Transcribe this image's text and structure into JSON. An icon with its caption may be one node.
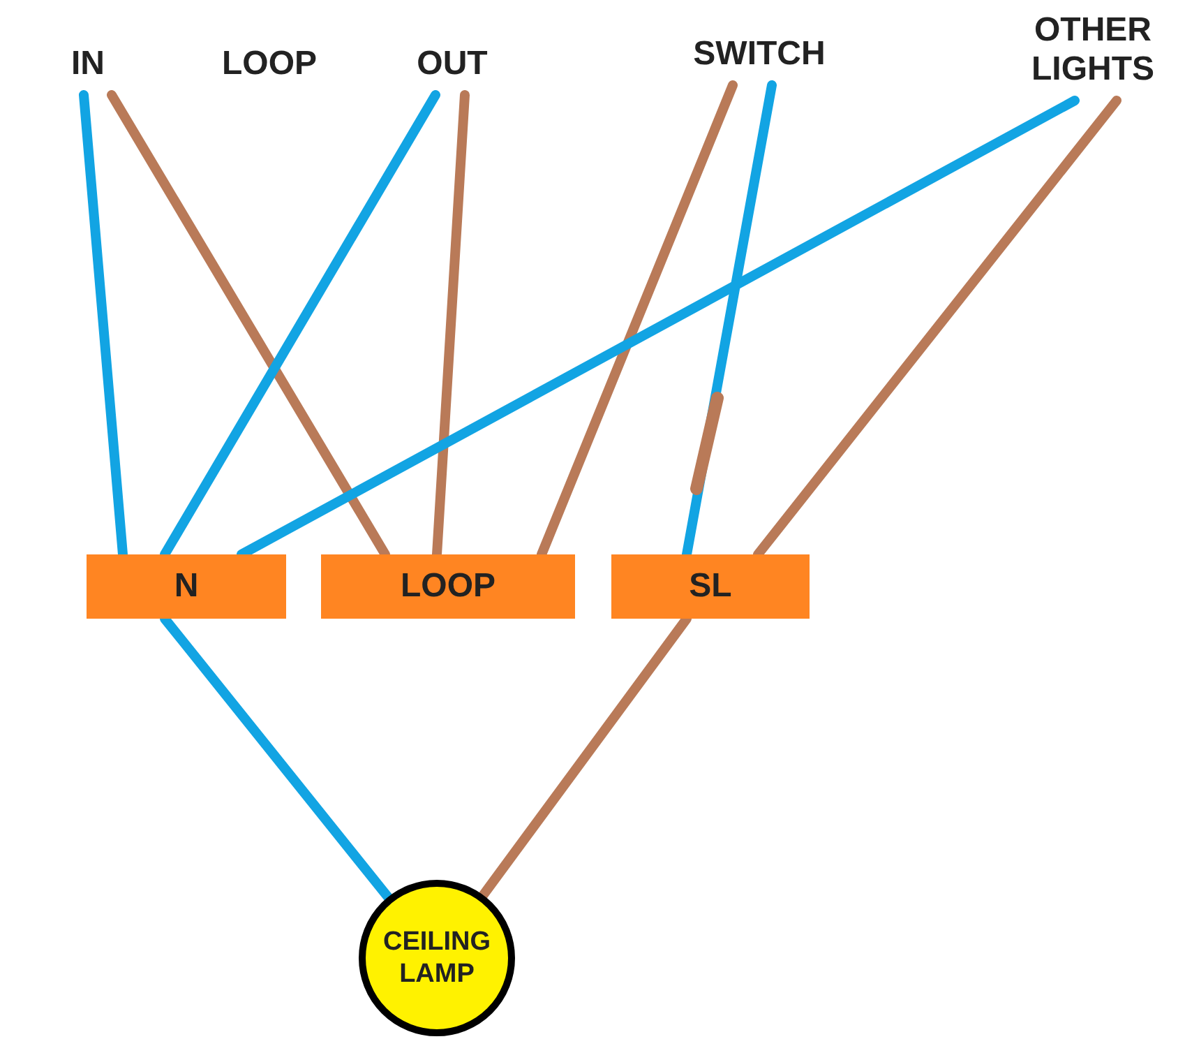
{
  "diagram": {
    "nodes": [
      {
        "text": [
          "IN"
        ]
      },
      {
        "text": [
          "OUT"
        ]
      },
      {
        "text": [
          "SWITCH"
        ]
      },
      {
        "text": [
          "OTHER LIGHTS"
        ]
      },
      {
        "text": [
          "N"
        ]
      },
      {
        "text": [
          "LOOP"
        ]
      },
      {
        "text": [
          "SL"
        ]
      },
      {
        "text": [
          "CEILING LAMP"
        ]
      }
    ],
    "edges": [
      {
        "from": 0,
        "to": 4,
        "arrow": "none",
        "color": "#12a4e3"
      },
      {
        "from": 0,
        "to": 5,
        "arrow": "none",
        "color": "#b97a58"
      },
      {
        "from": 1,
        "to": 4,
        "arrow": "none",
        "color": "#12a4e3"
      },
      {
        "from": 1,
        "to": 5,
        "arrow": "none",
        "color": "#b97a58"
      },
      {
        "from": 2,
        "to": 5,
        "arrow": "none",
        "color": "#b97a58"
      },
      {
        "from": 2,
        "to": 6,
        "arrow": "none",
        "color": "#12a4e3"
      },
      {
        "from": 3,
        "to": 4,
        "arrow": "none",
        "color": "#12a4e3"
      },
      {
        "from": 3,
        "to": 6,
        "arrow": "none",
        "color": "#b97a58"
      },
      {
        "from": 4,
        "to": 7,
        "arrow": "none",
        "color": "#12a4e3"
      },
      {
        "from": 6,
        "to": 7,
        "arrow": "none",
        "color": "#b97a58"
      }
    ],
    "labels": [
      "LOOP"
    ]
  }
}
